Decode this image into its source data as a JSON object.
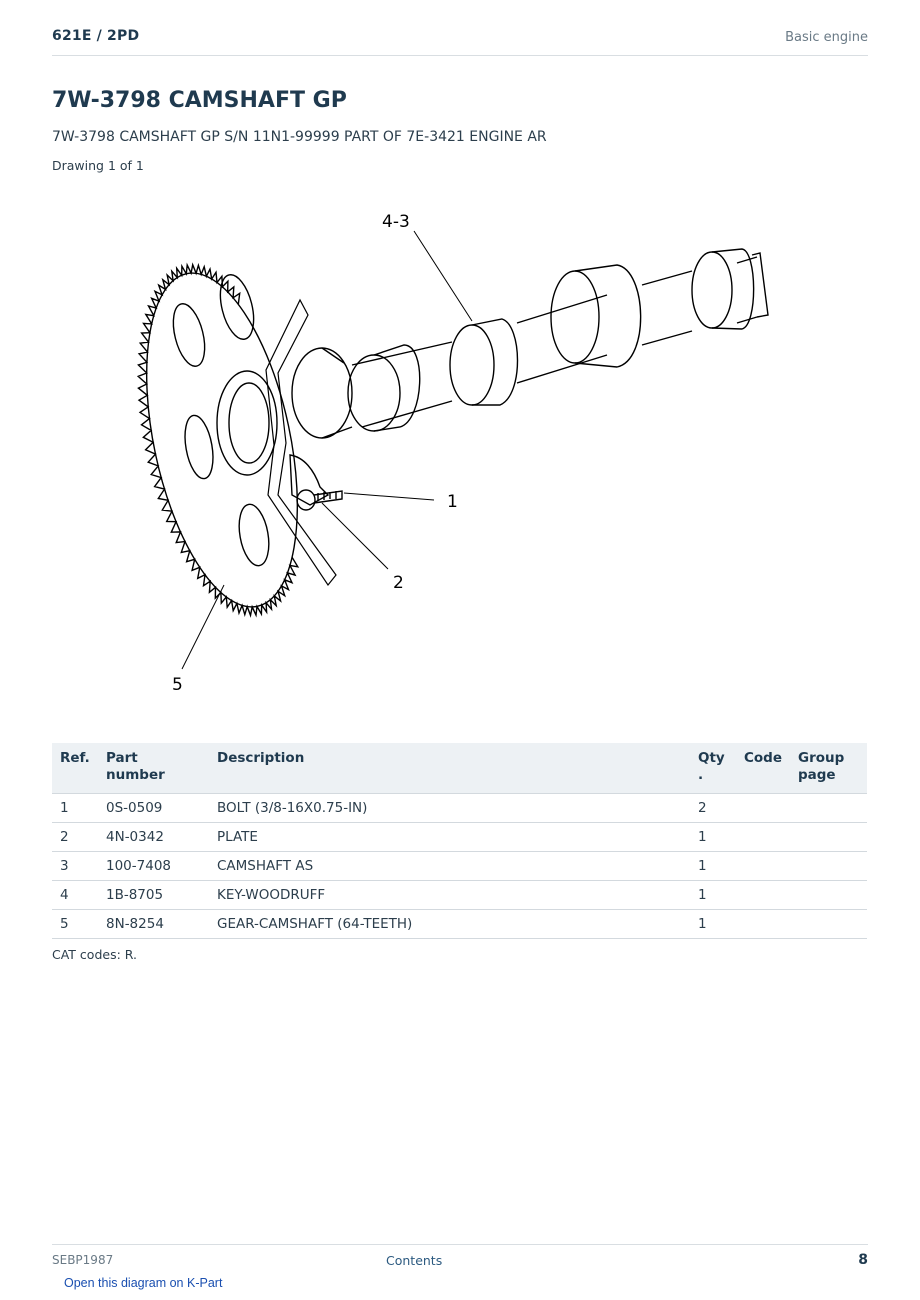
{
  "header": {
    "model": "621E  /  2PD",
    "section": "Basic engine"
  },
  "page_title": "7W-3798 CAMSHAFT GP",
  "subtitle": "7W-3798 CAMSHAFT GP S/N 11N1-99999 PART OF 7E-3421 ENGINE AR",
  "drawing_note": "Drawing 1 of 1",
  "diagram": {
    "callouts": [
      "4-3",
      "1",
      "2",
      "5"
    ]
  },
  "table": {
    "headers": {
      "ref": "Ref.",
      "part_number": "Part number",
      "description": "Description",
      "qty": "Qty .",
      "code": "Code",
      "group_page": "Group page"
    },
    "rows": [
      {
        "ref": "1",
        "part": "0S-0509",
        "desc": "BOLT (3/8-16X0.75-IN)",
        "qty": "2",
        "code": "",
        "group": ""
      },
      {
        "ref": "2",
        "part": "4N-0342",
        "desc": "PLATE",
        "qty": "1",
        "code": "",
        "group": ""
      },
      {
        "ref": "3",
        "part": "100-7408",
        "desc": "CAMSHAFT AS",
        "qty": "1",
        "code": "",
        "group": ""
      },
      {
        "ref": "4",
        "part": "1B-8705",
        "desc": "KEY-WOODRUFF",
        "qty": "1",
        "code": "",
        "group": ""
      },
      {
        "ref": "5",
        "part": "8N-8254",
        "desc": "GEAR-CAMSHAFT (64-TEETH)",
        "qty": "1",
        "code": "",
        "group": ""
      }
    ]
  },
  "cat_codes": "CAT codes: R.",
  "footer": {
    "doc_id": "SEBP1987",
    "contents_link": "Contents",
    "page_number": "8",
    "kpart_link": "Open this diagram on K-Part"
  }
}
